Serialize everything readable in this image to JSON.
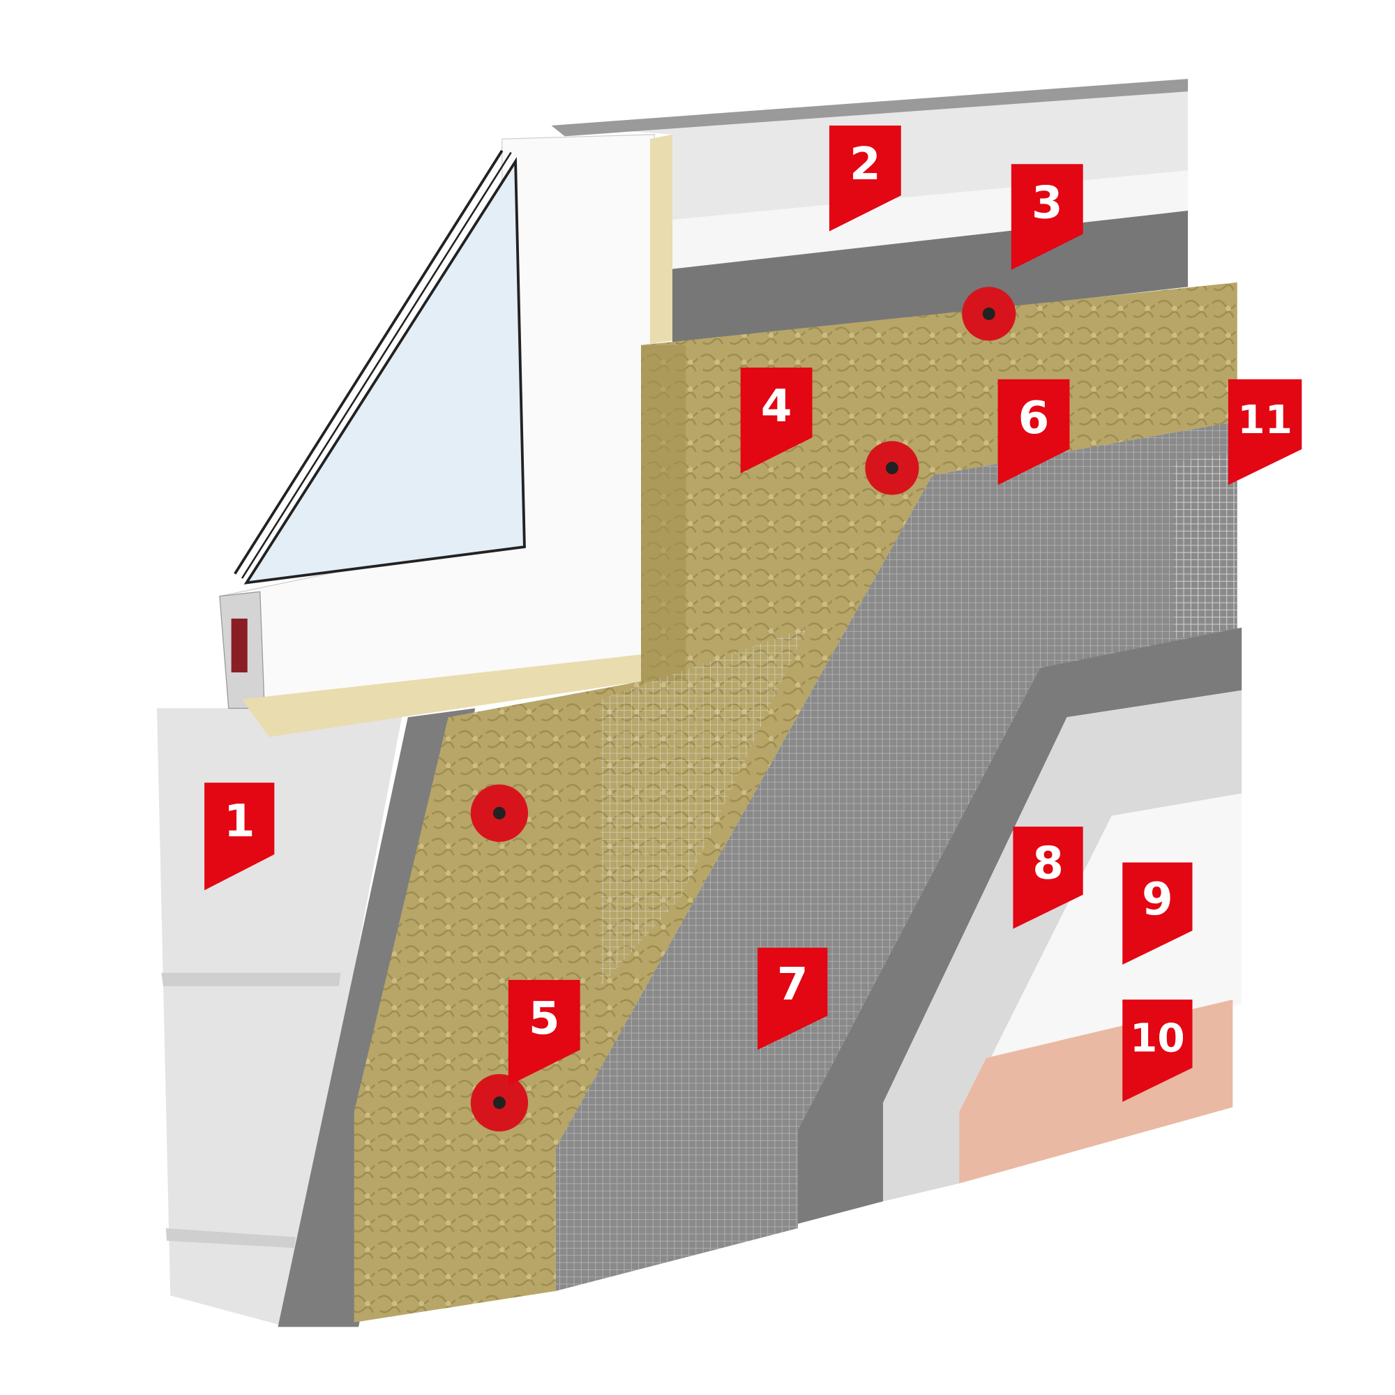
{
  "diagram": {
    "type": "facade-insulation-layers",
    "labels": [
      "1",
      "2",
      "3",
      "4",
      "5",
      "6",
      "7",
      "8",
      "9",
      "10",
      "11"
    ],
    "colors": {
      "label_red": "#e30613",
      "block": "#e6e6e6",
      "adhesive": "#7a7a7a",
      "insulation": "#b9a86a",
      "base_coat": "#8a8a8a",
      "primer": "#d9d9d9",
      "plaster": "#f7f7f7",
      "paint": "#eab9a3",
      "glass": "#e3eef6",
      "foam": "#e9dcae"
    }
  }
}
